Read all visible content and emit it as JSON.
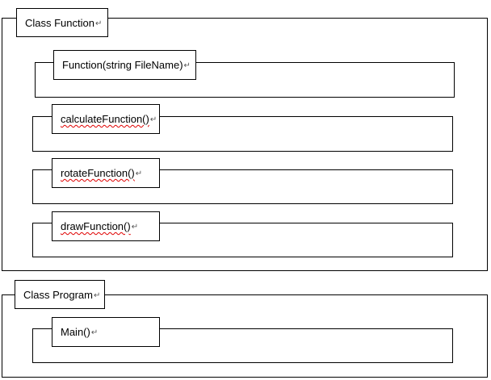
{
  "classes": [
    {
      "name": "Class Function",
      "methods": [
        "Function(string FileName)",
        "calculateFunction()",
        "rotateFunction()",
        "drawFunction()"
      ]
    },
    {
      "name": "Class Program",
      "methods": [
        "Main()"
      ]
    }
  ],
  "paragraph_mark": "↵",
  "colors": {
    "border": "#000000",
    "spellcheck_underline": "#e00000",
    "background": "#ffffff"
  }
}
